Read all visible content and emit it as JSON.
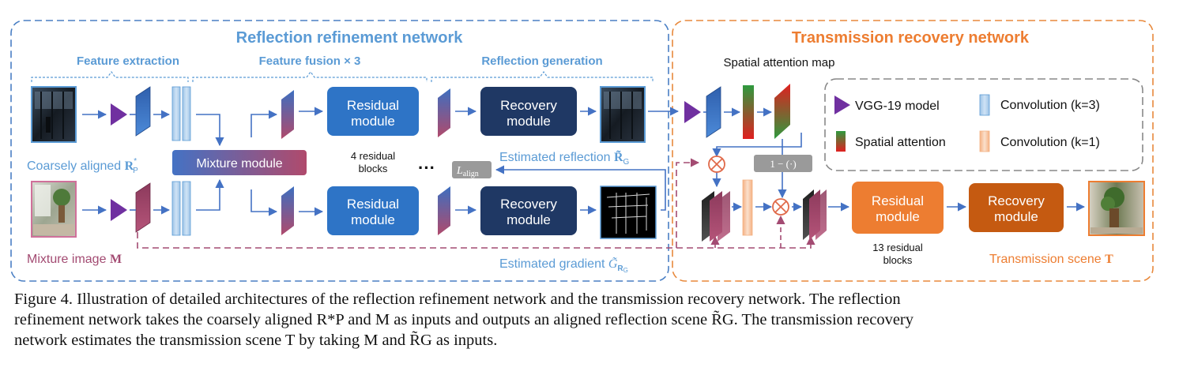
{
  "colors": {
    "blue_frame": "#4a7fc4",
    "orange_frame": "#e8893c",
    "reflection_title": "#5b9bd5",
    "transmission_title": "#ed7d31",
    "arrow": "#4472c4",
    "blue_box": "#2e74c6",
    "navy_box": "#1f3864",
    "orange_box": "#ed7d31",
    "dark_orange_box": "#c55a11",
    "vgg": "#7030a0",
    "mixture_path": "#a34b72",
    "orange_path": "#e8893c"
  },
  "rrn": {
    "title": "Reflection refinement network",
    "feature_extraction": "Feature extraction",
    "feature_fusion": "Feature fusion × 3",
    "reflection_generation": "Reflection generation",
    "mixture_module": "Mixture module",
    "residual_module": "Residual module",
    "residual_note": "4 residual blocks",
    "recovery_module": "Recovery module",
    "ellipsis": "···",
    "coarsely_aligned": "Coarsely aligned",
    "coarsely_symbol": "R",
    "coarsely_sub": "P",
    "coarsely_sup": "*",
    "mixture_image": "Mixture image",
    "mixture_symbol": "M",
    "estimated_reflection": "Estimated reflection",
    "reflection_symbol": "R̃",
    "reflection_sub": "G",
    "estimated_gradient": "Estimated gradient",
    "gradient_symbol": "G̃",
    "gradient_sub": "R",
    "gradient_subsub": "G",
    "loss_symbol": "L",
    "loss_sub": "align"
  },
  "trn": {
    "title": "Transmission recovery network",
    "spatial_attention_map": "Spatial attention map",
    "one_minus": "1 − (·)",
    "residual_module": "Residual module",
    "residual_note": "13 residual blocks",
    "recovery_module": "Recovery module",
    "transmission_scene": "Transmission scene",
    "transmission_symbol": "T"
  },
  "legend": {
    "vgg": "VGG-19 model",
    "conv3": "Convolution (k=3)",
    "attention": "Spatial attention",
    "conv1": "Convolution (k=1)"
  },
  "caption": {
    "line1": "Figure 4.  Illustration of detailed architectures of the reflection refinement network and the transmission recovery network. The reflection",
    "line2": "refinement network takes the coarsely aligned R*P and M as inputs and outputs an aligned reflection scene R̃G. The transmission recovery",
    "line3": "network estimates the transmission scene T by taking M and R̃G as inputs."
  }
}
